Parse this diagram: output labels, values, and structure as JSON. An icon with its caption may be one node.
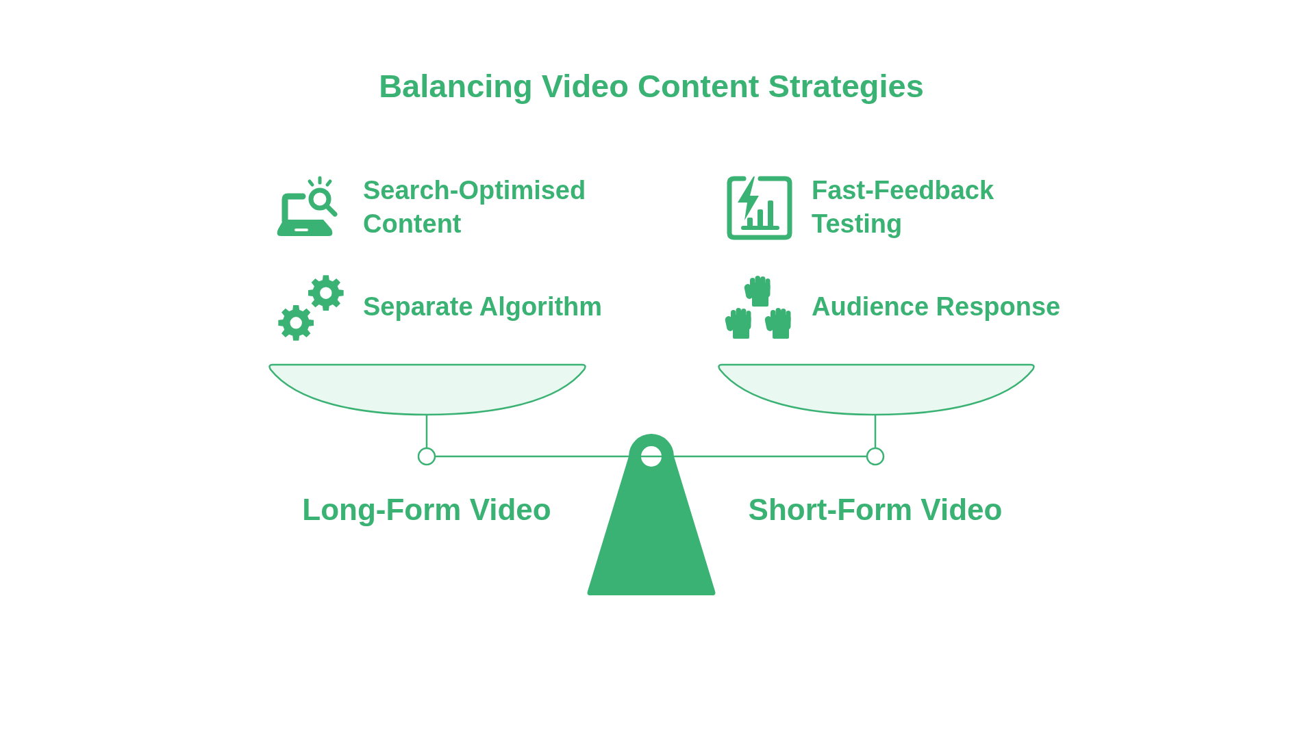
{
  "diagram": {
    "title": "Balancing Video Content Strategies",
    "labels": [
      "Search-Optimised Content",
      "Fast-Feedback Testing",
      "Separate Algorithm",
      "Audience Response",
      "Long-Form Video",
      "Short-Form Video"
    ]
  }
}
